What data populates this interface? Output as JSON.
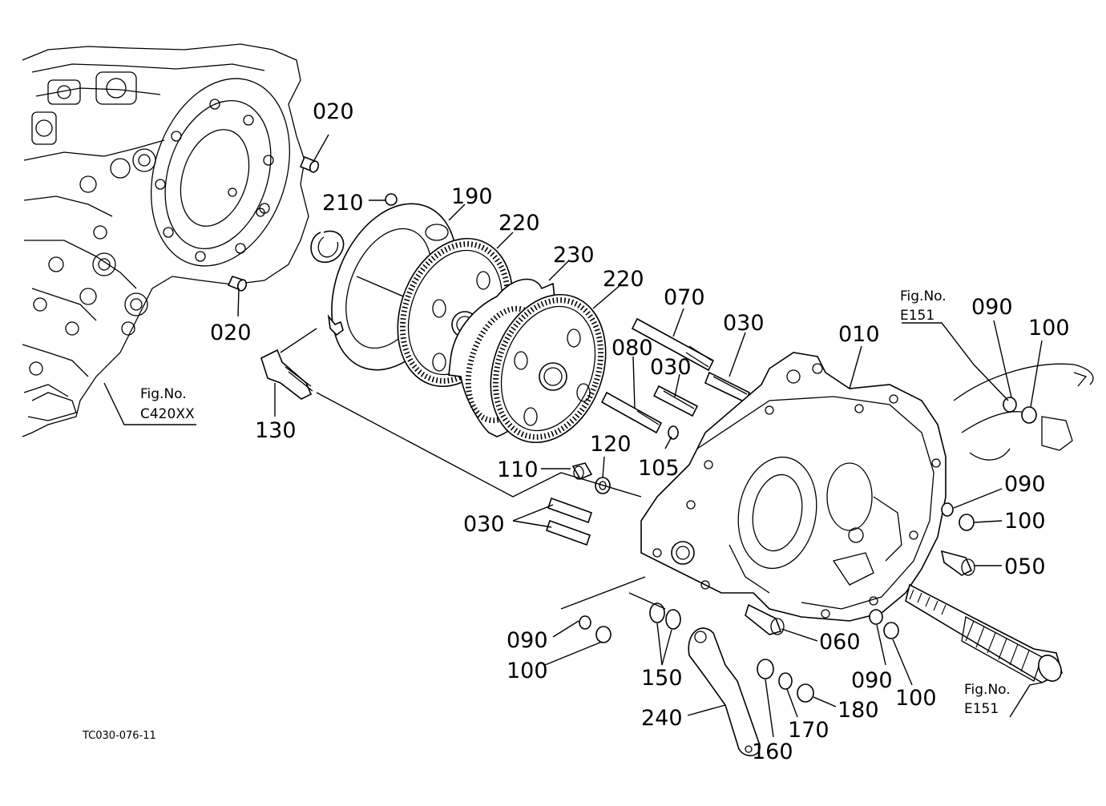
{
  "part_numbers": {
    "p010": "010",
    "p020a": "020",
    "p020b": "020",
    "p030a": "030",
    "p030b": "030",
    "p030c": "030",
    "p050": "050",
    "p060": "060",
    "p070": "070",
    "p080": "080",
    "p090a": "090",
    "p090b": "090",
    "p090c": "090",
    "p090d": "090",
    "p100a": "100",
    "p100b": "100",
    "p100c": "100",
    "p100d": "100",
    "p105": "105",
    "p110": "110",
    "p120": "120",
    "p130": "130",
    "p150": "150",
    "p160": "160",
    "p170": "170",
    "p180": "180",
    "p190": "190",
    "p210": "210",
    "p220a": "220",
    "p220b": "220",
    "p230": "230",
    "p240": "240"
  },
  "figure_refs": {
    "c420_label": "Fig.No.",
    "c420_code": "C420XX",
    "e151_top_label": "Fig.No.",
    "e151_top_code": "E151",
    "e151_bottom_label": "Fig.No.",
    "e151_bottom_code": "E151"
  },
  "drawing_code": "TC030-076-11"
}
